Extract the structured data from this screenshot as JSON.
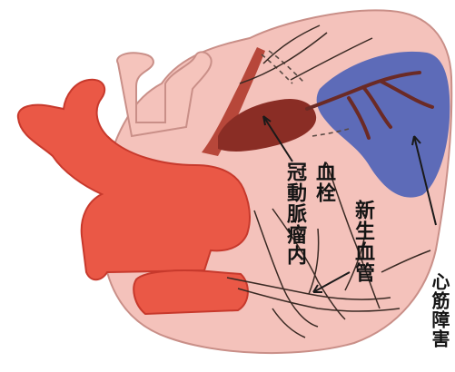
{
  "labels": {
    "thrombus_line1": "冠動脈瘤内",
    "thrombus_line2": "血栓",
    "neovessels": "新生血管",
    "myocardial_damage": "心筋障害"
  },
  "colors": {
    "heart_muscle": "#f4c2bb",
    "heart_outline": "#c98f88",
    "great_vessels": "#ea5846",
    "vessel_outline": "#c7392c",
    "coronary_artery": "#b7473a",
    "thrombus": "#8a2d25",
    "ischemic_area": "#4d62b8",
    "vessel_lines": "#3a2a24",
    "label_text": "#141414"
  }
}
